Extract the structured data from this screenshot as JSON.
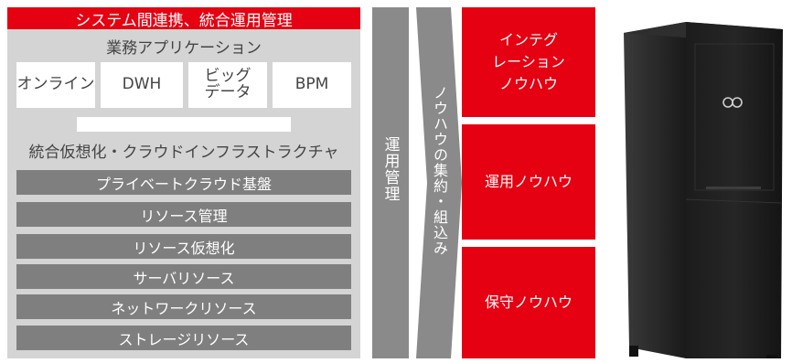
{
  "header": {
    "title": "システム間連携、統合運用管理"
  },
  "apps": {
    "title": "業務アプリケーション",
    "items": [
      "オンライン",
      "DWH",
      "ビッグ\nデータ",
      "BPM"
    ]
  },
  "infra": {
    "title": "統合仮想化・クラウドインフラストラクチャ",
    "layers": [
      "プライベートクラウド基盤",
      "リソース管理",
      "リソース仮想化",
      "サーバリソース",
      "ネットワークリソース",
      "ストレージリソース"
    ]
  },
  "operations": {
    "label": "運用管理"
  },
  "knowhow": {
    "label": "ノウハウの集約・組込み",
    "boxes": [
      "インテグ\nレーション\nノウハウ",
      "運用ノウハウ",
      "保守ノウハウ"
    ]
  },
  "colors": {
    "accent_red": "#e50012",
    "panel_gray": "#d4d4d4",
    "bar_gray": "#7f7f7f"
  }
}
